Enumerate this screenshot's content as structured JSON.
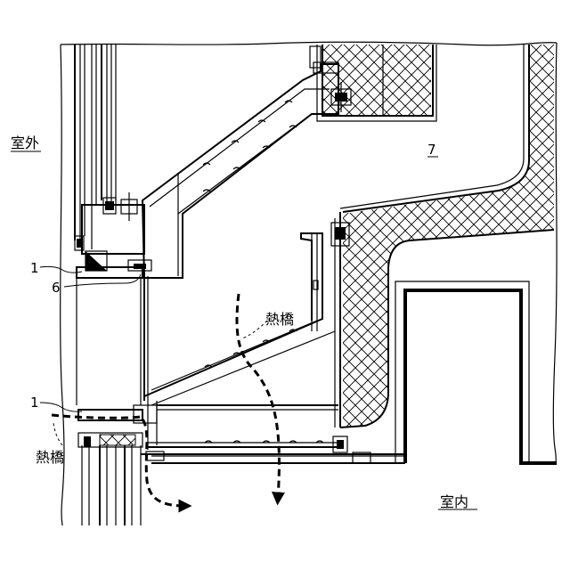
{
  "labels": {
    "outdoor": "室外",
    "indoor": "室内",
    "thermal_bridge_upper": "熱橋",
    "thermal_bridge_lower": "熱橋",
    "ref_1_upper": "1",
    "ref_6": "6",
    "ref_1_lower": "1",
    "ref_7": "7"
  }
}
